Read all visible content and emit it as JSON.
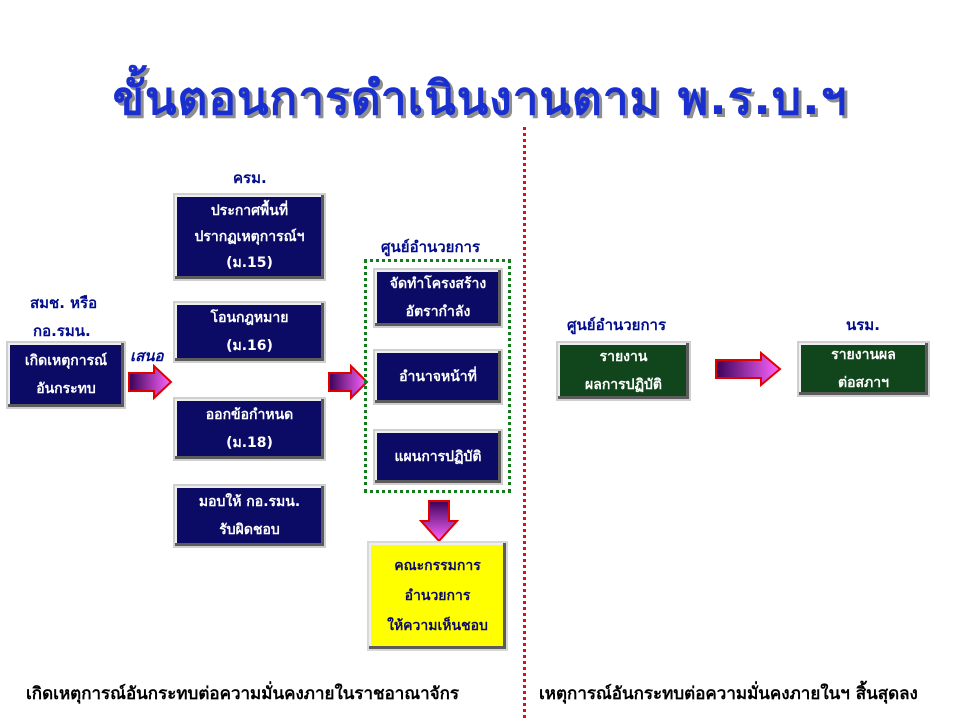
{
  "title": "ขั้นตอนการดำเนินงานตาม พ.ร.บ.ฯ",
  "left": {
    "actor_label_1": "สมช. หรือ",
    "actor_label_2": "กอ.รมน.",
    "event_box": [
      "เกิดเหตุการณ์",
      "อันกระทบ"
    ],
    "propose_label": "เสนอ"
  },
  "cabinet": {
    "label": "ครม.",
    "boxes": [
      [
        "ประกาศพื้นที่",
        "ปรากฏเหตุการณ์ฯ",
        "(ม.15)"
      ],
      [
        "โอนกฎหมาย",
        "(ม.16)"
      ],
      [
        "ออกข้อกำหนด",
        "(ม.18)"
      ],
      [
        "มอบให้ กอ.รมน.",
        "รับผิดชอบ"
      ]
    ]
  },
  "command_center": {
    "label": "ศูนย์อำนวยการ",
    "boxes": [
      [
        "จัดทำโครงสร้าง",
        "อัตรากำลัง"
      ],
      [
        "อำนาจหน้าที่"
      ],
      [
        "แผนการปฏิบัติ"
      ]
    ],
    "committee_box": [
      "คณะกรรมการ",
      "อำนวยการ",
      "ให้ความเห็นชอบ"
    ]
  },
  "right": {
    "center_label": "ศูนย์อำนวยการ",
    "report_box": [
      "รายงาน",
      "ผลการปฏิบัติ"
    ],
    "nsm_label": "นรม.",
    "parliament_box": [
      "รายงานผล",
      "ต่อสภาฯ"
    ]
  },
  "footer": {
    "left": "เกิดเหตุการณ์อันกระทบต่อความมั่นคงภายในราชอาณาจักร",
    "right": "เหตุการณ์อันกระทบต่อความมั่นคงภายในฯ สิ้นสุดลง"
  },
  "colors": {
    "title": "#1a2fd0",
    "label": "#000c8a",
    "navy_box": "#0b0b66",
    "green_box": "#11451c",
    "yellow_box": "#ffff00",
    "arrow_fill_start": "#3a0057",
    "arrow_fill_end": "#ff66ff",
    "arrow_outline": "#e00000",
    "divider": "#e01010",
    "dotted_group": "#137d1d"
  }
}
